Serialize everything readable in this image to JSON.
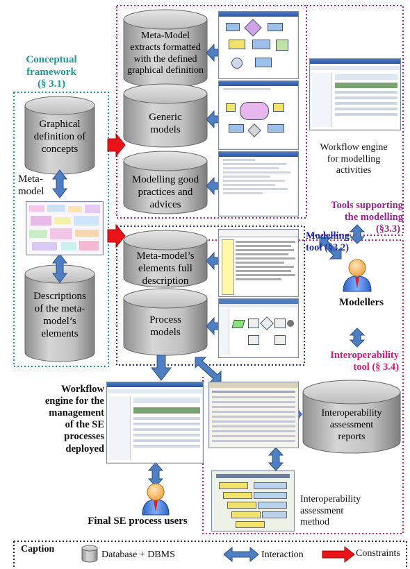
{
  "framework": {
    "title_line1": "Conceptual",
    "title_line2": "framework",
    "title_ref": "(§ 3.1)",
    "db_graphical_line1": "Graphical",
    "db_graphical_line2": "definition of",
    "db_graphical_line3": "concepts",
    "metamodel_line1": "Meta-",
    "metamodel_line2": "model",
    "db_descriptions_line1": "Descriptions",
    "db_descriptions_line2": "of the meta-",
    "db_descriptions_line3": "model’s",
    "db_descriptions_line4": "elements"
  },
  "workflow_modelling": {
    "db_extracts_line1": "Meta-Model",
    "db_extracts_line2": "extracts formatted",
    "db_extracts_line3": "with the defined",
    "db_extracts_line4": "graphical definition",
    "db_generic_line1": "Generic",
    "db_generic_line2": "models",
    "db_practices_line1": "Modelling good",
    "db_practices_line2": "practices and",
    "db_practices_line3": "advices",
    "caption_line1": "Workflow engine",
    "caption_line2": "for modelling",
    "caption_line3": "activities"
  },
  "modelling_tool": {
    "db_full_desc_line1": "Meta-model’s",
    "db_full_desc_line2": "elements full",
    "db_full_desc_line3": "description",
    "db_process_line1": "Process",
    "db_process_line2": "models"
  },
  "tools": {
    "supporting_line1": "Tools supporting",
    "supporting_line2": "the modelling",
    "supporting_ref": "(§3.3)",
    "modelling_line1": "Modelling",
    "modelling_line2": "tool (§3.2)",
    "modellers": "Modellers",
    "interop_line1": "Interoperability",
    "interop_line2": "tool (§ 3.4)"
  },
  "se_workflow": {
    "label_line1": "Workflow",
    "label_line2": "engine for the",
    "label_line3": "management",
    "label_line4": "of the SE",
    "label_line5": "processes",
    "label_line6": "deployed",
    "users": "Final SE process users"
  },
  "interoperability": {
    "db_reports_line1": "Interoperability",
    "db_reports_line2": "assessment",
    "db_reports_line3": "reports",
    "method_line1": "Interoperability",
    "method_line2": "assessment",
    "method_line3": "method"
  },
  "caption": {
    "title": "Caption",
    "database": "Database + DBMS",
    "interaction": "Interaction",
    "constraints": "Constraints"
  },
  "colors": {
    "teal": "#1a9a9a",
    "purple": "#9b2393",
    "navy": "#1f2fa8",
    "magenta": "#e0177a",
    "arrow_blue": "#4f7fc0",
    "constraint_red": "#e8141a",
    "cylinder_gray": "#b9b9b9"
  }
}
